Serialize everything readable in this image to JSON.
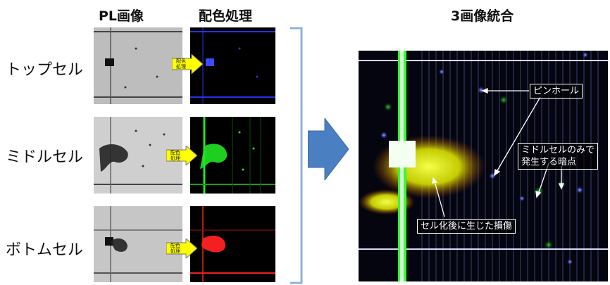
{
  "headers": {
    "pl_image": "PL画像",
    "color_processing": "配色処理",
    "combined": "3画像統合"
  },
  "rows": [
    {
      "label": "トップセル",
      "accent": "#2432e8"
    },
    {
      "label": "ミドルセル",
      "accent": "#22e622"
    },
    {
      "label": "ボトムセル",
      "accent": "#ee1f1f"
    }
  ],
  "arrow_label": "配色\n処理",
  "callouts": {
    "pinhole": "ピンホール",
    "middle_only_line1": "ミドルセルのみで",
    "middle_only_line2": "発生する暗点",
    "damage": "セル化後に生じた損傷"
  },
  "colors": {
    "bracket": "#8fb3d9",
    "big_arrow": "#4a7fc1",
    "yellow_arrow": "#ffff00"
  }
}
